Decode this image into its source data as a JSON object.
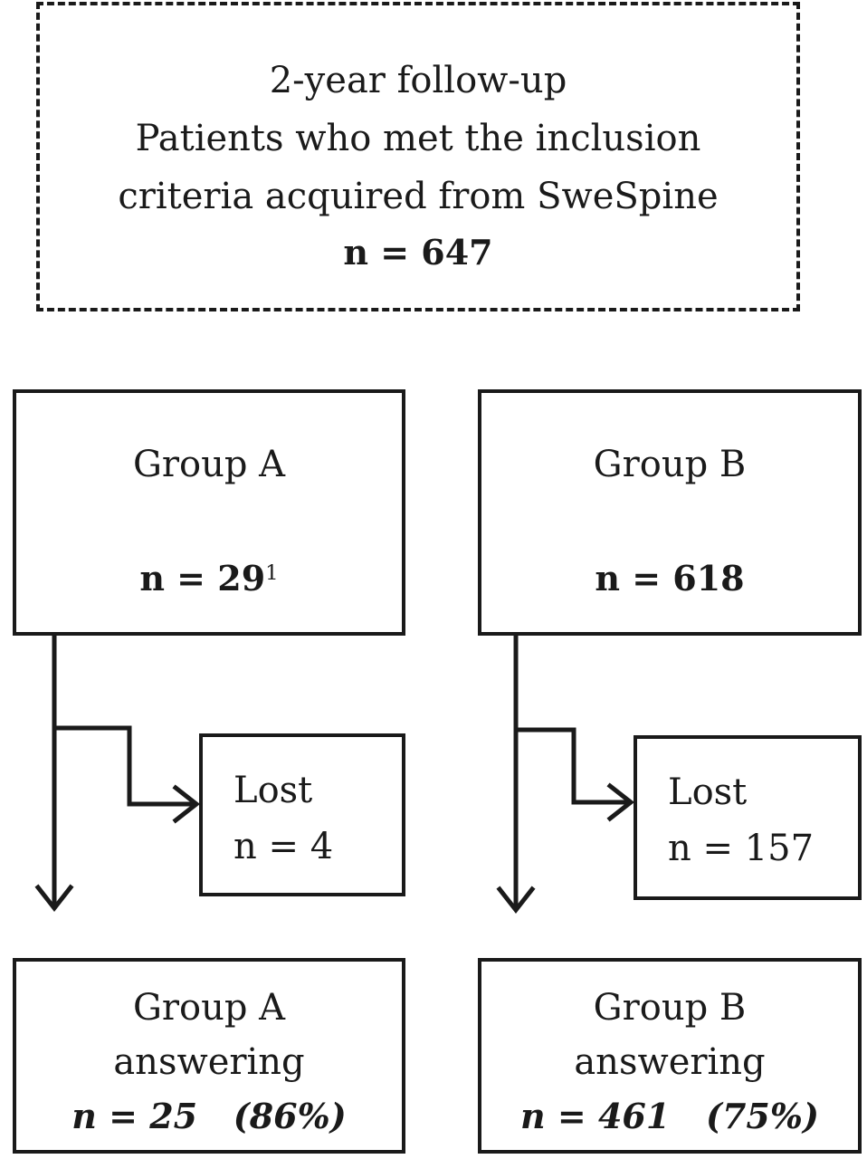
{
  "top_box": {
    "line1": "2-year follow-up",
    "line2": "Patients who met the inclusion",
    "line3": "criteria acquired from SweSpine",
    "count": "n = 647"
  },
  "group_a": {
    "title": "Group A",
    "count": "n = 29",
    "count_sup": "1"
  },
  "group_b": {
    "title": "Group B",
    "count": "n = 618"
  },
  "lost_a": {
    "label": "Lost",
    "count": "n = 4"
  },
  "lost_b": {
    "label": "Lost",
    "count": "n = 157"
  },
  "answer_a": {
    "line1": "Group A",
    "line2": "answering",
    "count": "n = 25   (86%)"
  },
  "answer_b": {
    "line1": "Group B",
    "line2": "answering",
    "count": "n = 461   (75%)"
  }
}
